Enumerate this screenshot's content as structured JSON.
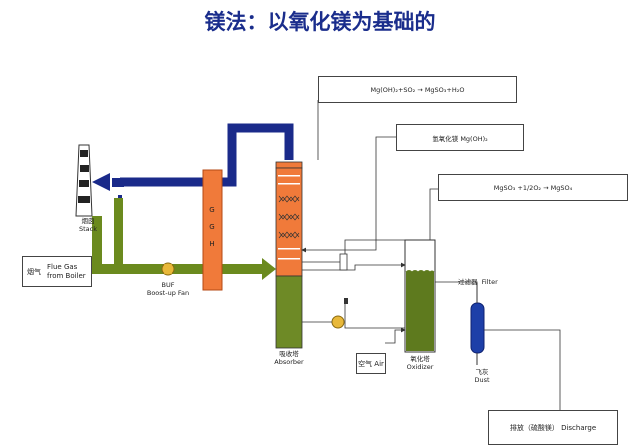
{
  "title": "镁法：以氧化镁为基础的",
  "equations": {
    "absorber_reaction": "Mg(OH)₂+SO₂ → MgSO₃+H₂O",
    "reagent": "氢氧化镁 Mg(OH)₂",
    "oxidation": "MgSO₃ +1/2O₂ → MgSO₄"
  },
  "labels": {
    "stack_cn": "烟囱",
    "stack_en": "Stack",
    "ggh_letters": [
      "G",
      "G",
      "H"
    ],
    "flue_gas_cn": "烟气",
    "flue_gas_en_1": "Flue Gas",
    "flue_gas_en_2": "from Boiler",
    "fan_cn": "BUF",
    "fan_en": "Boost-up Fan",
    "absorber_cn": "吸收塔",
    "absorber_en": "Absorber",
    "air_cn": "空气",
    "air_en": "Air",
    "oxidizer_cn": "氧化塔",
    "oxidizer_en": "Oxidizer",
    "filter_cn": "过滤器",
    "filter_en": "Filter",
    "dust_cn": "飞灰",
    "dust_en": "Dust",
    "discharge_cn": "排放（硫酸镁）",
    "discharge_en": "Discharge"
  },
  "colors": {
    "title": "#1a2d8c",
    "clean_gas_duct": "#1a2a8a",
    "flue_gas_duct": "#6b8a1e",
    "ggh": "#f07a3a",
    "absorber_top": "#f07a3a",
    "absorber_bottom": "#6e8a26",
    "oxidizer_liquid": "#5e7a1e",
    "filter": "#1d3fa8"
  }
}
